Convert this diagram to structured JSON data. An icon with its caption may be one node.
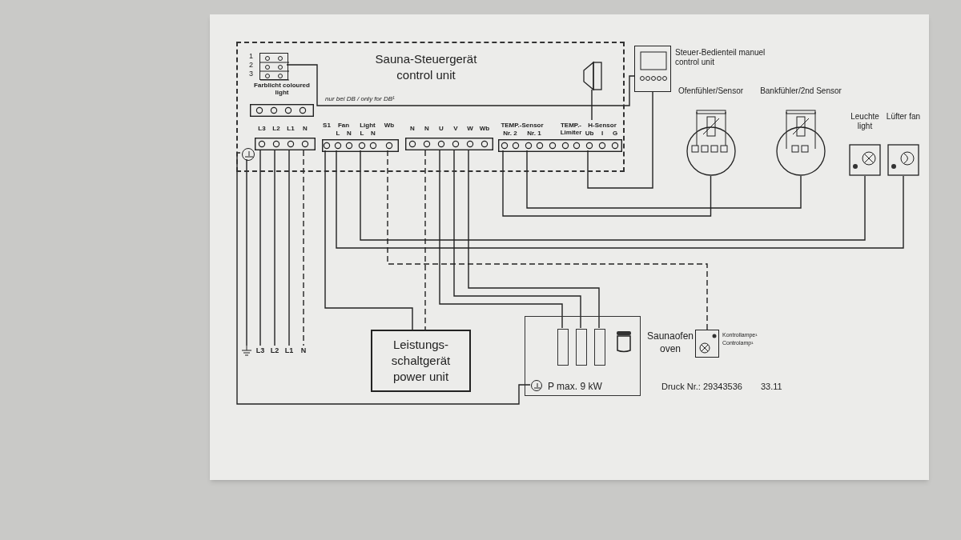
{
  "diagram": {
    "nodes": [
      {
        "text": [
          "Sauna-Steuergerät control unit"
        ]
      },
      {
        "text": [],
        "shape": "box",
        "in": 0
      },
      {
        "text": [
          "Farblicht coloured light"
        ],
        "in": 0
      },
      {
        "text": [
          "L3",
          "L2",
          "L1",
          "N"
        ],
        "in": 0
      },
      {
        "text": [
          "S1",
          "Fan",
          "L",
          "N",
          "Light",
          "L",
          "N",
          "Wb"
        ],
        "in": 0
      },
      {
        "text": [
          "N",
          "N",
          "U",
          "V",
          "W",
          "Wb"
        ],
        "in": 0
      },
      {
        "text": [
          "TEMP.-Sensor",
          "Nr. 2",
          "Nr. 1",
          "TEMP.-Limiter",
          "H-Sensor",
          "Ub",
          "I",
          "G"
        ],
        "in": 0
      },
      {
        "text": [],
        "shape": "circle",
        "in": 0
      },
      {
        "text": [],
        "shape": "picture",
        "in": 0
      },
      {
        "text": [],
        "shape": "box",
        "beside": [
          "Steuer-Bedienteil manuel control unit"
        ]
      },
      {
        "text": [
          "Ofenfühler/Sensor"
        ]
      },
      {
        "text": [
          "Bankfühler/2nd Sensor"
        ]
      },
      {
        "text": [
          "Leuchte light"
        ]
      },
      {
        "text": [
          "Lüfter fan"
        ]
      },
      {
        "text": [
          "Leistungs- schaltgerät power unit"
        ]
      },
      {
        "text": [
          "P max. 9 kW"
        ],
        "beside": [
          "Saunaofen oven"
        ]
      },
      {
        "text": [],
        "shape": "bar",
        "in": 15
      },
      {
        "text": [],
        "shape": "bar",
        "in": 15
      },
      {
        "text": [],
        "shape": "bar",
        "in": 15
      },
      {
        "text": [],
        "shape": "box",
        "beside": [
          "Kontrollampe¹ Controlamp¹"
        ]
      },
      {
        "text": [],
        "shape": "picture"
      },
      {
        "text": [
          "L3"
        ]
      },
      {
        "text": [
          "L2"
        ]
      },
      {
        "text": [
          "L1"
        ]
      },
      {
        "text": [
          "N"
        ]
      },
      {
        "text": [],
        "shape": "circle",
        "in": 15
      }
    ],
    "edges": [
      {
        "from": 3,
        "to": 21,
        "arrow": "none"
      },
      {
        "from": 3,
        "to": 22,
        "arrow": "none"
      },
      {
        "from": 3,
        "to": 23,
        "arrow": "none"
      },
      {
        "from": 3,
        "to": 24,
        "arrow": "none",
        "style": "dashed"
      },
      {
        "from": 7,
        "to": 20,
        "arrow": "none"
      },
      {
        "from": 7,
        "to": 25,
        "arrow": "none"
      },
      {
        "from": 4,
        "to": 14,
        "arrow": "none"
      },
      {
        "from": 5,
        "to": 14,
        "arrow": "none",
        "style": "dashed"
      },
      {
        "from": 5,
        "to": 16,
        "arrow": "none"
      },
      {
        "from": 5,
        "to": 17,
        "arrow": "none"
      },
      {
        "from": 5,
        "to": 18,
        "arrow": "none"
      },
      {
        "from": 4,
        "to": 19,
        "arrow": "none",
        "style": "dashed"
      },
      {
        "from": 4,
        "to": 12,
        "arrow": "none"
      },
      {
        "from": 4,
        "to": 13,
        "arrow": "none"
      },
      {
        "from": 6,
        "to": 10,
        "arrow": "none"
      },
      {
        "from": 6,
        "to": 11,
        "arrow": "none"
      },
      {
        "from": 9,
        "to": 6,
        "arrow": "none"
      },
      {
        "from": 8,
        "to": 6,
        "arrow": "none"
      },
      {
        "from": 1,
        "to": 9,
        "arrow": "none",
        "label": "nur bei DB / only for DB¹"
      }
    ],
    "labels": [
      "1",
      "2",
      "3",
      "Druck Nr.: 29343536",
      "33.11"
    ]
  }
}
